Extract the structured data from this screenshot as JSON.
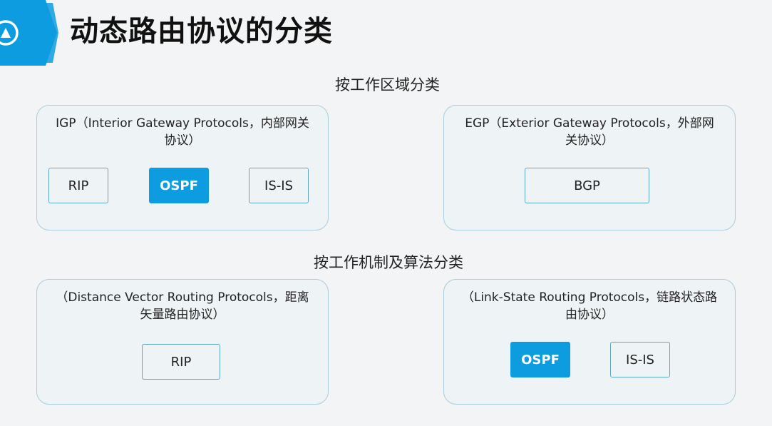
{
  "title": "动态路由协议的分类",
  "sections": {
    "by_area": {
      "heading": "按工作区域分类",
      "igp": {
        "caption_line1": "IGP（Interior Gateway Protocols，内部网关",
        "caption_line2": "协议）",
        "protocols": [
          "RIP",
          "OSPF",
          "IS-IS"
        ]
      },
      "egp": {
        "caption_line1": "EGP（Exterior Gateway Protocols，外部网",
        "caption_line2": "关协议）",
        "protocols": [
          "BGP"
        ]
      }
    },
    "by_algorithm": {
      "heading": "按工作机制及算法分类",
      "distance_vector": {
        "caption_line1": "（Distance Vector Routing Protocols，距离",
        "caption_line2": "矢量路由协议）",
        "protocols": [
          "RIP"
        ]
      },
      "link_state": {
        "caption_line1": "（Link-State Routing Protocols，链路状态路",
        "caption_line2": "由协议）",
        "protocols": [
          "OSPF",
          "IS-IS"
        ]
      }
    }
  },
  "colors": {
    "accent": "#0e9ce0",
    "box_border": "#a9cddd",
    "button_border": "#5fa5c8"
  },
  "icons": {
    "badge": "triangle-up-icon"
  }
}
